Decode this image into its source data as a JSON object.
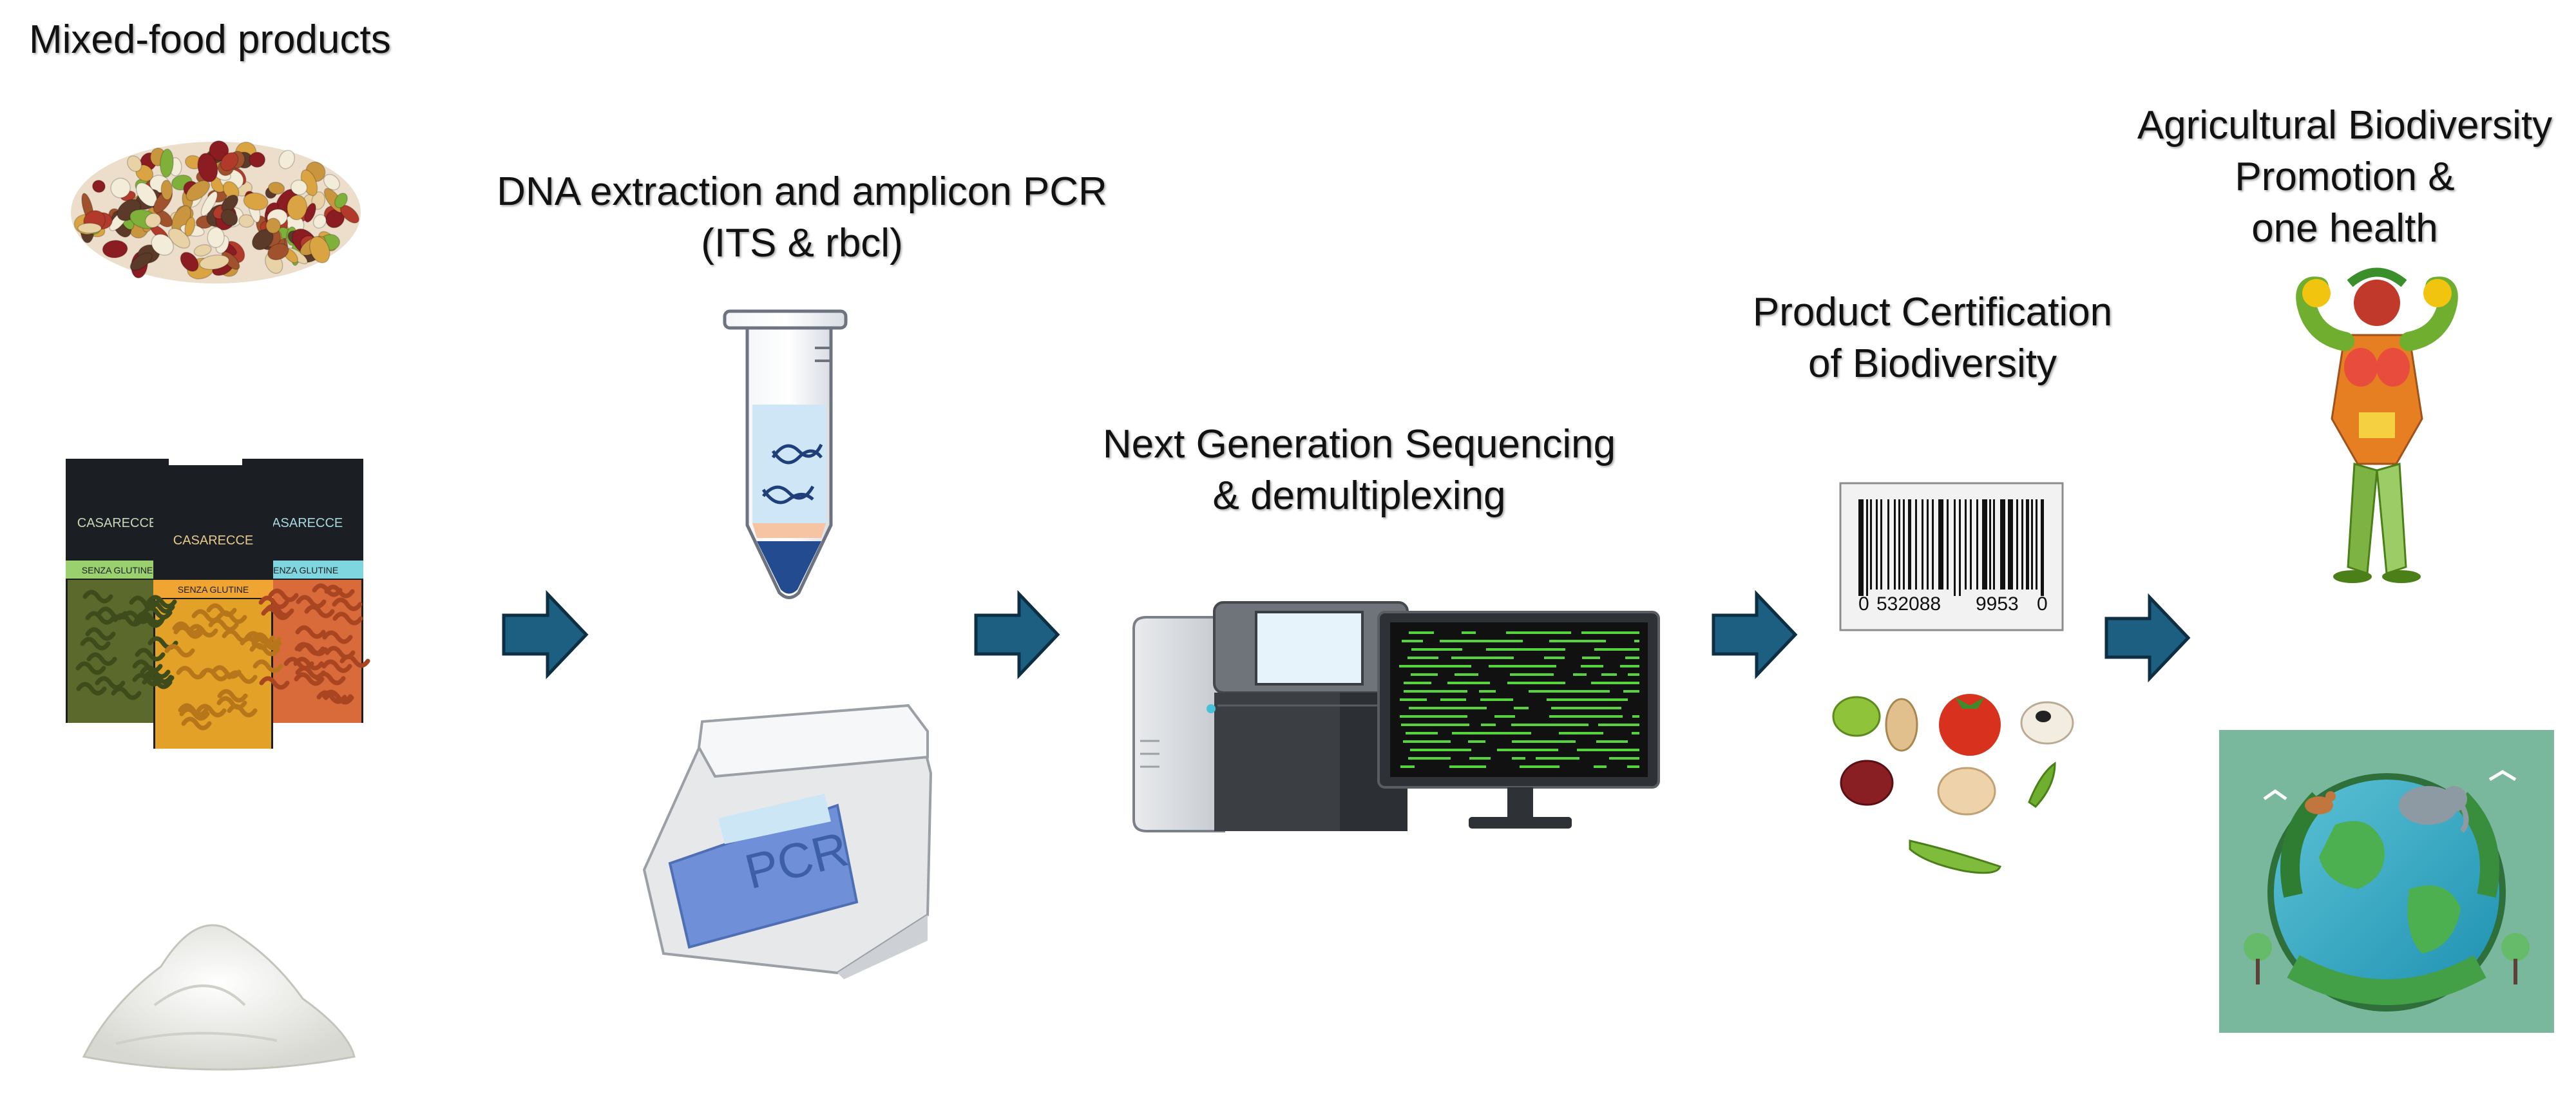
{
  "steps": {
    "input_title": "Mixed-food products",
    "dna_title_line1": "DNA extraction and amplicon PCR",
    "dna_title_line2": "(ITS & rbcl)",
    "ngs_title_line1": "Next Generation Sequencing",
    "ngs_title_line2": "& demultiplexing",
    "cert_title_line1": "Product Certification",
    "cert_title_line2": "of Biodiversity",
    "promo_title_line1": "Agricultural Biodiversity",
    "promo_title_line2": "Promotion &",
    "promo_title_line3": "one health"
  },
  "pcr_label": "PCR",
  "barcode_digits": [
    "0",
    "532088",
    "9953",
    "0"
  ],
  "pasta_labels": [
    "CASARECCE",
    "CASARECCE",
    "CASARECCE"
  ],
  "pasta_tags": [
    "SENZA GLUTINE",
    "SENZA GLUTINE",
    "SENZA GLUTINE"
  ],
  "colors": {
    "arrow_fill": "#1d5f80",
    "arrow_stroke": "#0d2f44",
    "screen_bg": "#111111",
    "screen_lines": "#56d23c",
    "tube_liquid": "#cfe6f7",
    "pcr_screen": "#6f8fd8"
  }
}
